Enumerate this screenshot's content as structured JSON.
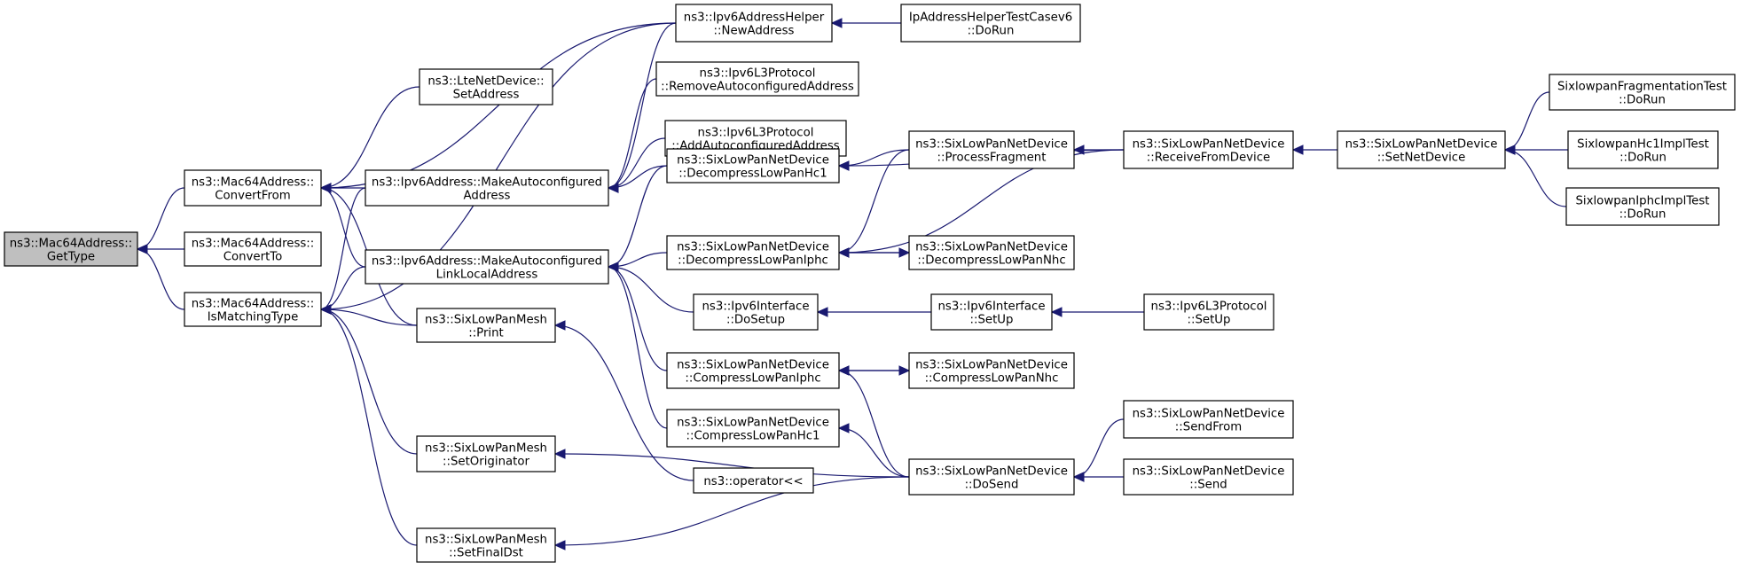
{
  "nodes": [
    {
      "id": "n0",
      "lines": [
        "ns3::Mac64Address::",
        "GetType"
      ],
      "root": true
    },
    {
      "id": "n1",
      "lines": [
        "ns3::Mac64Address::",
        "ConvertFrom"
      ]
    },
    {
      "id": "n2",
      "lines": [
        "ns3::Mac64Address::",
        "ConvertTo"
      ]
    },
    {
      "id": "n3",
      "lines": [
        "ns3::Mac64Address::",
        "IsMatchingType"
      ]
    },
    {
      "id": "n4",
      "lines": [
        "ns3::Ipv6AddressHelper",
        "::NewAddress"
      ]
    },
    {
      "id": "n5",
      "lines": [
        "IpAddressHelperTestCasev6",
        "::DoRun"
      ]
    },
    {
      "id": "n6",
      "lines": [
        "ns3::LteNetDevice::",
        "SetAddress"
      ]
    },
    {
      "id": "n7",
      "lines": [
        "ns3::Ipv6L3Protocol",
        "::RemoveAutoconfiguredAddress"
      ]
    },
    {
      "id": "n8",
      "lines": [
        "ns3::Ipv6L3Protocol",
        "::AddAutoconfiguredAddress"
      ]
    },
    {
      "id": "n9",
      "lines": [
        "ns3::Ipv6Address::MakeAutoconfigured",
        "Address"
      ]
    },
    {
      "id": "n10",
      "lines": [
        "ns3::SixLowPanNetDevice",
        "::DecompressLowPanHc1"
      ]
    },
    {
      "id": "n11",
      "lines": [
        "ns3::SixLowPanNetDevice",
        "::ProcessFragment"
      ]
    },
    {
      "id": "n12",
      "lines": [
        "ns3::SixLowPanNetDevice",
        "::ReceiveFromDevice"
      ]
    },
    {
      "id": "n13",
      "lines": [
        "ns3::SixLowPanNetDevice",
        "::SetNetDevice"
      ]
    },
    {
      "id": "n14",
      "lines": [
        "SixlowpanFragmentationTest",
        "::DoRun"
      ]
    },
    {
      "id": "n15",
      "lines": [
        "SixlowpanHc1ImplTest",
        "::DoRun"
      ]
    },
    {
      "id": "n16",
      "lines": [
        "SixlowpanIphcImplTest",
        "::DoRun"
      ]
    },
    {
      "id": "n17",
      "lines": [
        "ns3::Ipv6Address::MakeAutoconfigured",
        "LinkLocalAddress"
      ]
    },
    {
      "id": "n18",
      "lines": [
        "ns3::SixLowPanNetDevice",
        "::DecompressLowPanIphc"
      ]
    },
    {
      "id": "n19",
      "lines": [
        "ns3::SixLowPanNetDevice",
        "::DecompressLowPanNhc"
      ]
    },
    {
      "id": "n20",
      "lines": [
        "ns3::Ipv6Interface",
        "::DoSetup"
      ]
    },
    {
      "id": "n21",
      "lines": [
        "ns3::Ipv6Interface",
        "::SetUp"
      ]
    },
    {
      "id": "n22",
      "lines": [
        "ns3::Ipv6L3Protocol",
        "::SetUp"
      ]
    },
    {
      "id": "n23",
      "lines": [
        "ns3::SixLowPanMesh",
        "::Print"
      ]
    },
    {
      "id": "n24",
      "lines": [
        "ns3::SixLowPanNetDevice",
        "::CompressLowPanIphc"
      ]
    },
    {
      "id": "n25",
      "lines": [
        "ns3::SixLowPanNetDevice",
        "::CompressLowPanNhc"
      ]
    },
    {
      "id": "n26",
      "lines": [
        "ns3::SixLowPanNetDevice",
        "::CompressLowPanHc1"
      ]
    },
    {
      "id": "n27",
      "lines": [
        "ns3::SixLowPanNetDevice",
        "::SendFrom"
      ]
    },
    {
      "id": "n28",
      "lines": [
        "ns3::SixLowPanMesh",
        "::SetOriginator"
      ]
    },
    {
      "id": "n29",
      "lines": [
        "ns3::operator<<"
      ]
    },
    {
      "id": "n30",
      "lines": [
        "ns3::SixLowPanNetDevice",
        "::DoSend"
      ]
    },
    {
      "id": "n31",
      "lines": [
        "ns3::SixLowPanNetDevice",
        "::Send"
      ]
    },
    {
      "id": "n32",
      "lines": [
        "ns3::SixLowPanMesh",
        "::SetFinalDst"
      ]
    }
  ],
  "edges": [
    {
      "from": "n1",
      "to": "n0"
    },
    {
      "from": "n2",
      "to": "n0"
    },
    {
      "from": "n3",
      "to": "n0"
    },
    {
      "from": "n4",
      "to": "n1"
    },
    {
      "from": "n6",
      "to": "n1"
    },
    {
      "from": "n9",
      "to": "n1"
    },
    {
      "from": "n17",
      "to": "n1"
    },
    {
      "from": "n23",
      "to": "n1"
    },
    {
      "from": "n4",
      "to": "n3"
    },
    {
      "from": "n9",
      "to": "n3"
    },
    {
      "from": "n17",
      "to": "n3"
    },
    {
      "from": "n23",
      "to": "n3"
    },
    {
      "from": "n28",
      "to": "n3"
    },
    {
      "from": "n32",
      "to": "n3"
    },
    {
      "from": "n5",
      "to": "n4"
    },
    {
      "from": "n4",
      "to": "n9"
    },
    {
      "from": "n7",
      "to": "n9"
    },
    {
      "from": "n8",
      "to": "n9"
    },
    {
      "from": "n10",
      "to": "n9"
    },
    {
      "from": "n10",
      "to": "n17"
    },
    {
      "from": "n18",
      "to": "n17"
    },
    {
      "from": "n20",
      "to": "n17"
    },
    {
      "from": "n24",
      "to": "n17"
    },
    {
      "from": "n26",
      "to": "n17"
    },
    {
      "from": "n11",
      "to": "n10"
    },
    {
      "from": "n12",
      "to": "n10"
    },
    {
      "from": "n11",
      "to": "n18"
    },
    {
      "from": "n12",
      "to": "n18"
    },
    {
      "from": "n19",
      "to": "n18"
    },
    {
      "from": "n18",
      "to": "n19"
    },
    {
      "from": "n12",
      "to": "n11"
    },
    {
      "from": "n13",
      "to": "n12"
    },
    {
      "from": "n14",
      "to": "n13"
    },
    {
      "from": "n15",
      "to": "n13"
    },
    {
      "from": "n16",
      "to": "n13"
    },
    {
      "from": "n21",
      "to": "n20"
    },
    {
      "from": "n22",
      "to": "n21"
    },
    {
      "from": "n25",
      "to": "n24"
    },
    {
      "from": "n24",
      "to": "n25"
    },
    {
      "from": "n30",
      "to": "n24"
    },
    {
      "from": "n30",
      "to": "n26"
    },
    {
      "from": "n27",
      "to": "n30"
    },
    {
      "from": "n31",
      "to": "n30"
    },
    {
      "from": "n29",
      "to": "n23"
    },
    {
      "from": "n30",
      "to": "n28"
    },
    {
      "from": "n30",
      "to": "n32"
    }
  ]
}
